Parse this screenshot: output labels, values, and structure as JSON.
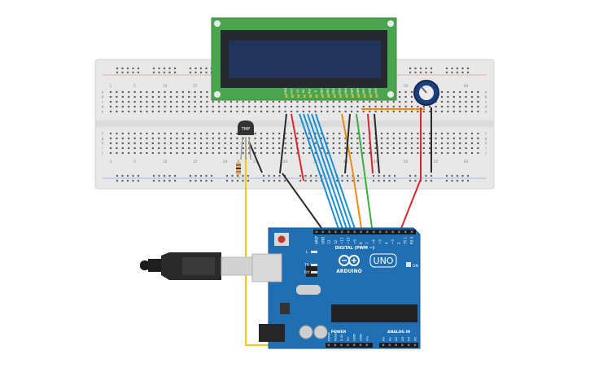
{
  "breadboard": {
    "column_numbers": [
      "1",
      "5",
      "10",
      "15",
      "20",
      "25",
      "30",
      "35",
      "40",
      "45",
      "50",
      "55",
      "60"
    ],
    "row_letters_top": [
      "a",
      "b",
      "c",
      "d",
      "e"
    ],
    "row_letters_bottom": [
      "f",
      "g",
      "h",
      "i",
      "j"
    ]
  },
  "lcd": {
    "pin_labels": [
      "GND",
      "VCC",
      "V0",
      "RS",
      "RW",
      "E",
      "DB0",
      "DB1",
      "DB2",
      "DB3",
      "DB4",
      "DB5",
      "DB6",
      "DB7",
      "LED",
      "LED"
    ]
  },
  "sensor": {
    "label": "TMP"
  },
  "arduino": {
    "brand": "ARDUINO",
    "model": "UNO",
    "digital_label": "DIGITAL (PWM ~)",
    "digital_pins": [
      "AREF",
      "GND",
      "13",
      "12",
      "~11",
      "~10",
      "~9",
      "8",
      "7",
      "~6",
      "~5",
      "4",
      "~3",
      "2",
      "TX 1",
      "RX 0"
    ],
    "led_labels": [
      "L",
      "TX",
      "RX"
    ],
    "on_label": "ON",
    "power_label": "POWER",
    "analog_label": "ANALOG IN",
    "power_pins": [
      "IOREF",
      "RESET",
      "3.3V",
      "5V",
      "GND",
      "GND",
      "Vin"
    ],
    "analog_pins": [
      "A0",
      "A1",
      "A2",
      "A3",
      "A4",
      "A5"
    ]
  },
  "wire_colors": {
    "black": "#2b2b2b",
    "red": "#d8262b",
    "blue": "#1c8fd1",
    "orange": "#ef8a12",
    "green": "#3aae3f",
    "yellow": "#f2c71e"
  }
}
